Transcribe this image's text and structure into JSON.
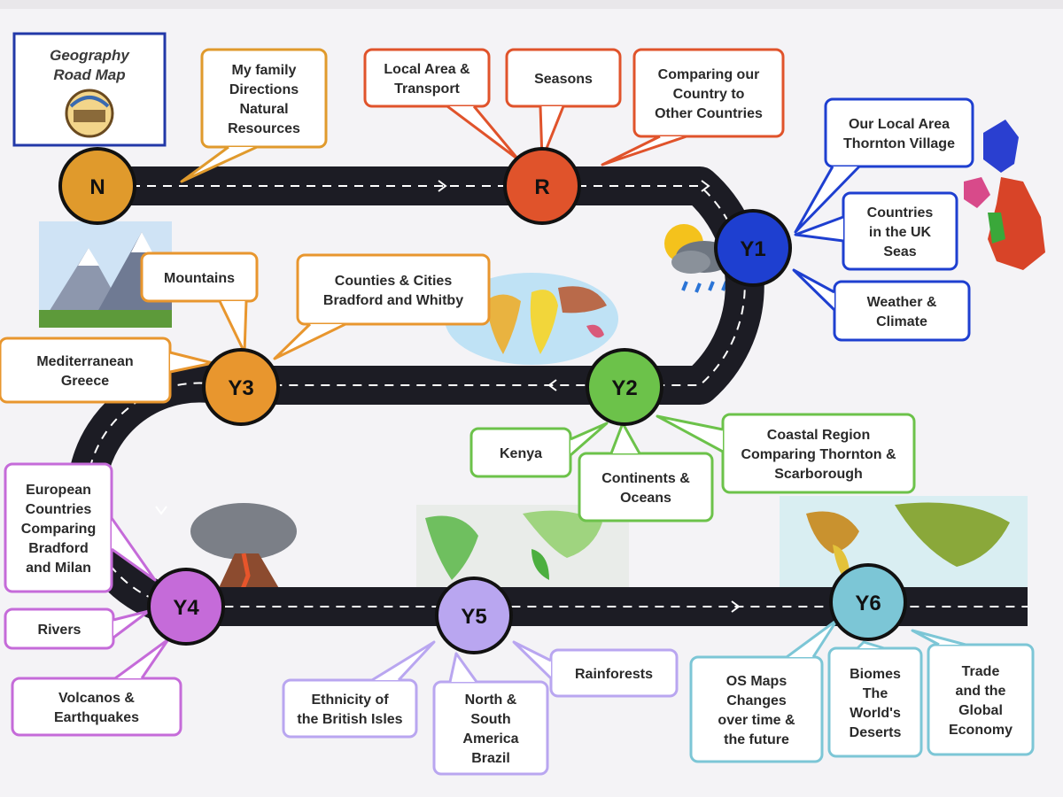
{
  "title": {
    "line1": "Geography",
    "line2": "Road Map"
  },
  "colors": {
    "N": "#e09a2c",
    "R": "#e0532b",
    "Y1": "#1e3fd0",
    "Y2": "#6cc24a",
    "Y3": "#e8962e",
    "Y4": "#c56bd9",
    "Y5": "#b9a6f0",
    "Y6": "#7cc6d6",
    "road": "#1c1c24",
    "page": "#f4f3f6"
  },
  "stops": {
    "N": "N",
    "R": "R",
    "Y1": "Y1",
    "Y2": "Y2",
    "Y3": "Y3",
    "Y4": "Y4",
    "Y5": "Y5",
    "Y6": "Y6"
  },
  "callouts": {
    "n1": [
      "My family",
      "Directions",
      "Natural",
      "Resources"
    ],
    "r1": [
      "Local Area &",
      "Transport"
    ],
    "r2": [
      "Seasons"
    ],
    "r3": [
      "Comparing our",
      "Country to",
      "Other Countries"
    ],
    "y1a": [
      "Our Local Area",
      "Thornton Village"
    ],
    "y1b": [
      "Countries",
      "in the UK",
      "Seas"
    ],
    "y1c": [
      "Weather &",
      "Climate"
    ],
    "y3a": [
      "Mountains"
    ],
    "y3b": [
      "Counties & Cities",
      "Bradford and Whitby"
    ],
    "y3c": [
      "Mediterranean",
      "Greece"
    ],
    "y2a": [
      "Kenya"
    ],
    "y2b": [
      "Continents &",
      "Oceans"
    ],
    "y2c": [
      "Coastal Region",
      "Comparing Thornton &",
      "Scarborough"
    ],
    "y4a": [
      "European",
      "Countries",
      "Comparing",
      "Bradford",
      "and Milan"
    ],
    "y4b": [
      "Rivers"
    ],
    "y4c": [
      "Volcanos &",
      "Earthquakes"
    ],
    "y5a": [
      "Ethnicity of",
      "the British Isles"
    ],
    "y5b": [
      "North &",
      "South",
      "America",
      "Brazil"
    ],
    "y5c": [
      "Rainforests"
    ],
    "y6a": [
      "OS Maps",
      "Changes",
      "over time &",
      "the future"
    ],
    "y6b": [
      "Biomes",
      "The",
      "World's",
      "Deserts"
    ],
    "y6c": [
      "Trade",
      "and the",
      "Global",
      "Economy"
    ]
  }
}
